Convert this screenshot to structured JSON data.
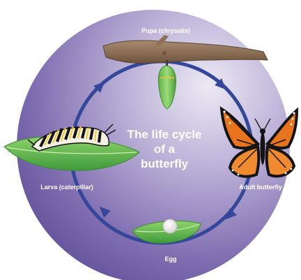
{
  "title_lines": [
    "The life cycle",
    "of a",
    "butterfly"
  ],
  "stages": {
    "pupa": "Pupa (chrysalis)",
    "adult": "Adult butterfly",
    "egg": "Egg",
    "larva": "Larva (caterpillar)"
  },
  "colors": {
    "background_light": "#e6e2f1",
    "background_dark": "#6c5aa2",
    "cycle_ring": "#34479a",
    "leaf": "#63b54a",
    "branch": "#8b6b50",
    "butterfly_orange": "#e8741d",
    "butterfly_black": "#141414"
  }
}
